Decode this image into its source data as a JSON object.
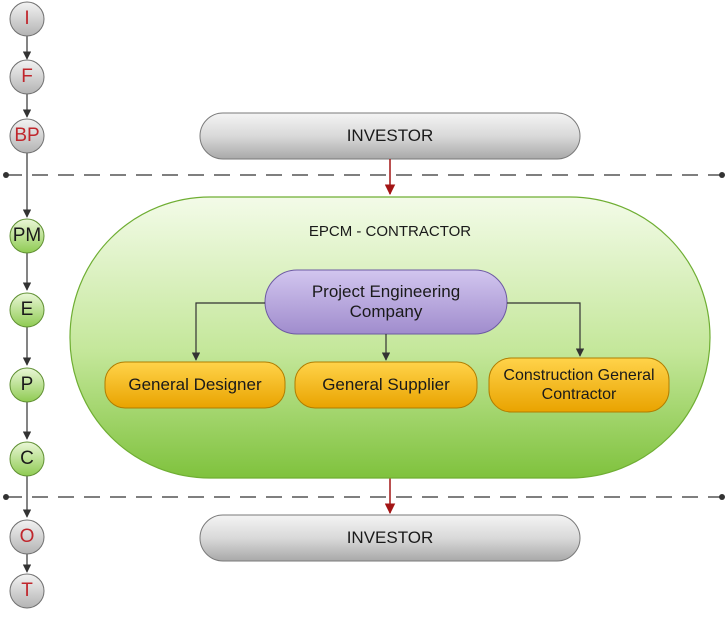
{
  "phases_top": [
    {
      "label": "I",
      "color": "red"
    },
    {
      "label": "F",
      "color": "red"
    },
    {
      "label": "BP",
      "color": "red"
    }
  ],
  "phases_middle": [
    {
      "label": "PM",
      "color": "dark"
    },
    {
      "label": "E",
      "color": "dark"
    },
    {
      "label": "P",
      "color": "dark"
    },
    {
      "label": "C",
      "color": "dark"
    }
  ],
  "phases_bottom": [
    {
      "label": "O",
      "color": "red"
    },
    {
      "label": "T",
      "color": "red"
    }
  ],
  "investor_top": "INVESTOR",
  "investor_bottom": "INVESTOR",
  "contractor_title": "EPCM - CONTRACTOR",
  "pec": "Project Engineering Company",
  "units": [
    "General Designer",
    "General Supplier",
    "Construction General Contractor"
  ],
  "colors": {
    "red_text": "#c0262c",
    "grey_fill": "#d6d6d6",
    "green_fill": "#b9e08a",
    "purple_fill": "#b8a6da",
    "orange_fill": "#f1b40e",
    "arrow_red": "#a31515"
  }
}
